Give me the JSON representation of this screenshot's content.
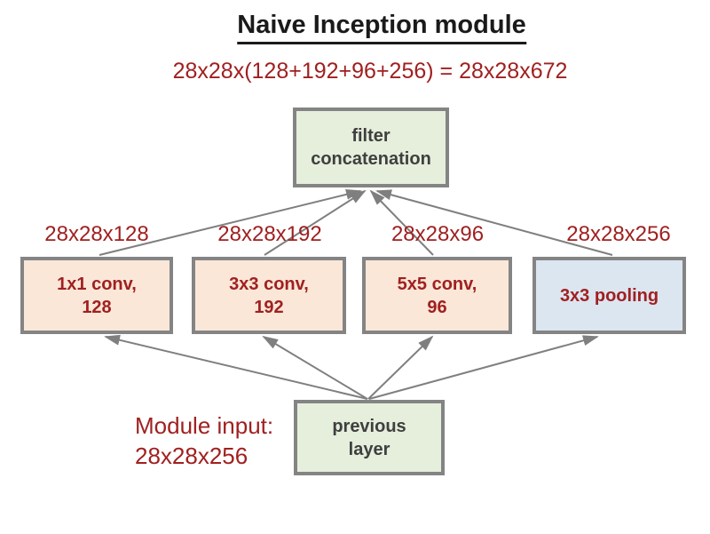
{
  "title": "Naive Inception module",
  "formula": "28x28x(128+192+96+256) = 28x28x672",
  "boxes": {
    "filter_concatenation": {
      "line1": "filter",
      "line2": "concatenation"
    },
    "conv_1x1": {
      "line1": "1x1 conv,",
      "line2": "128"
    },
    "conv_3x3": {
      "line1": "3x3 conv,",
      "line2": "192"
    },
    "conv_5x5": {
      "line1": "5x5 conv,",
      "line2": "96"
    },
    "pooling_3x3": {
      "line1": "3x3 pooling"
    },
    "previous_layer": {
      "line1": "previous",
      "line2": "layer"
    }
  },
  "branch_labels": {
    "conv_1x1": "28x28x128",
    "conv_3x3": "28x28x192",
    "conv_5x5": "28x28x96",
    "pooling_3x3": "28x28x256"
  },
  "module_input": {
    "line1": "Module input:",
    "line2": "28x28x256"
  },
  "colors": {
    "title_black": "#1A1A1A",
    "dark_red": "#A02020",
    "box_green_fill": "#E5EFDC",
    "box_peach_fill": "#FAE7D8",
    "box_blue_fill": "#DCE6F1",
    "box_border_gray": "#848484",
    "box_text_dark": "#3F3F3F",
    "arrow_gray": "#7F7F7F"
  }
}
